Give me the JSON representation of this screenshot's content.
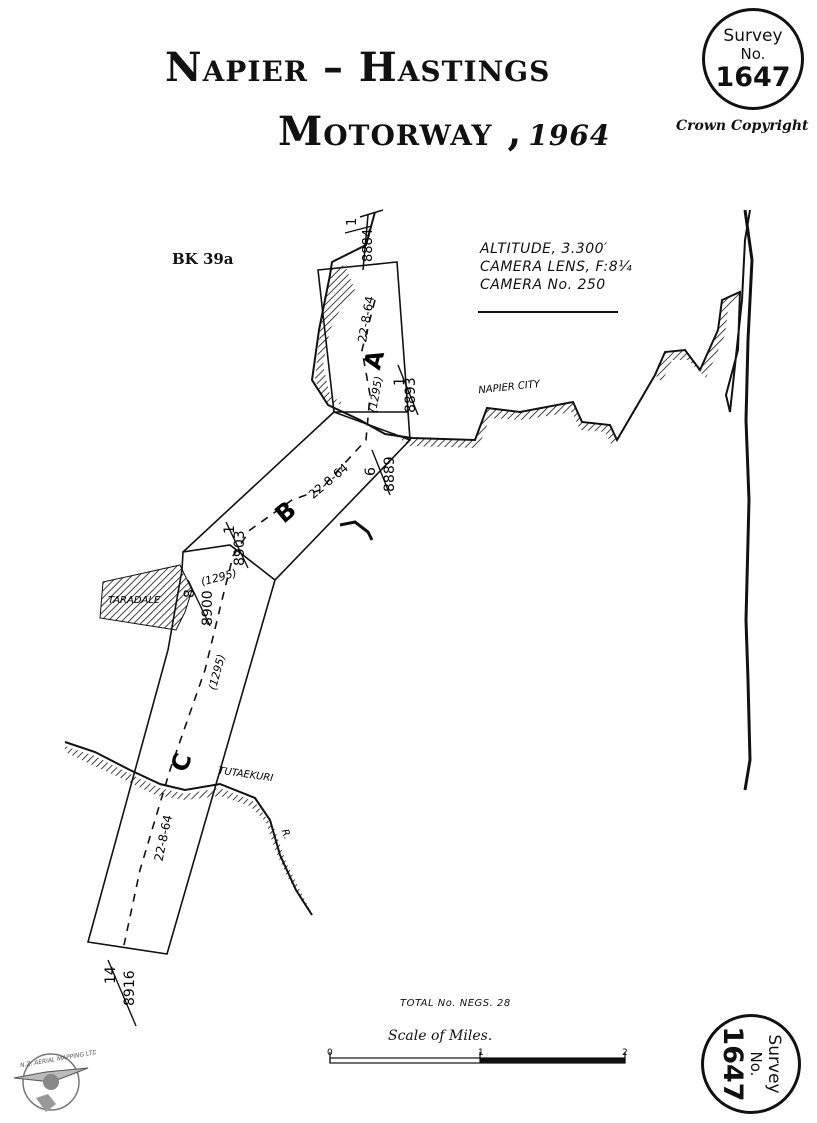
{
  "title": {
    "line1": "Napier – Hastings",
    "line2": "Motorway ,",
    "year": "1964"
  },
  "survey_stamp": {
    "label": "Survey",
    "no": "No.",
    "number": "1647"
  },
  "copyright": "Crown Copyright",
  "book_ref": "BK 39a",
  "camera_info": {
    "altitude": "ALTITUDE, 3.300′",
    "lens": "CAMERA LENS, F:8¼",
    "camera": "CAMERA No. 250"
  },
  "places": {
    "napier": "NAPIER CITY",
    "taradale": "TARADALE",
    "river": "TUTAEKURI",
    "river_suffix": "R."
  },
  "strips": {
    "a": "A",
    "b": "B",
    "c": "C"
  },
  "dates": {
    "a": "22-8-64",
    "b": "22-8-64",
    "c": "22-8-64"
  },
  "runs": {
    "a": "(1295)",
    "b": "(1295)",
    "c": "(1295)"
  },
  "frames": {
    "f8884": {
      "run": "1",
      "neg": "8884"
    },
    "f8893": {
      "run": "1",
      "neg": "8893"
    },
    "f8889": {
      "run": "6",
      "neg": "8889"
    },
    "f8903": {
      "run": "1",
      "neg": "8903"
    },
    "f8900": {
      "run": "8",
      "neg": "8900"
    },
    "f8916": {
      "run": "14",
      "neg": "8916"
    }
  },
  "total_negs": "TOTAL No. NEGS. 28",
  "scale": {
    "title": "Scale of Miles.",
    "ticks": [
      "0",
      "1",
      "2"
    ]
  },
  "logo_text": "N.Z. AERIAL MAPPING LTD."
}
